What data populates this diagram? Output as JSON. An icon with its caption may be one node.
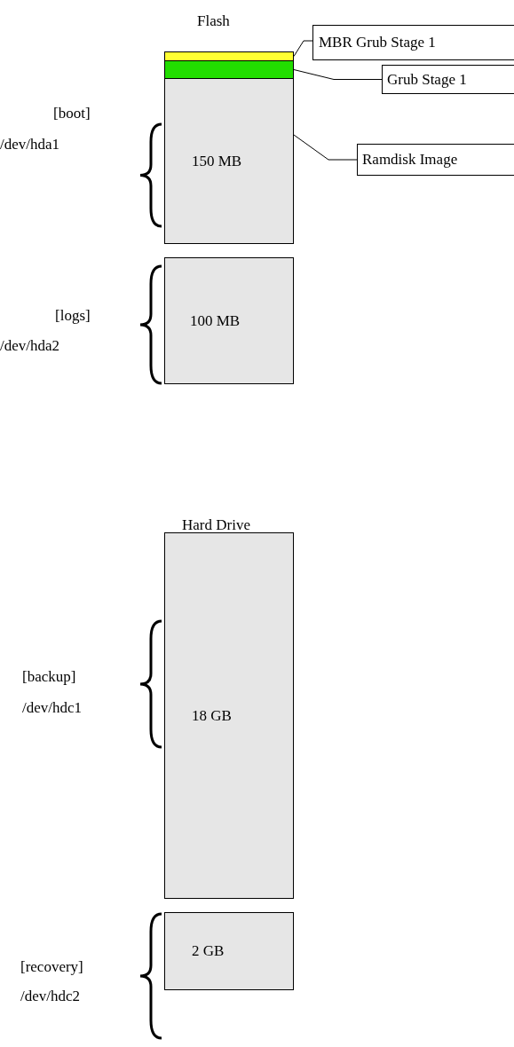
{
  "diagram": {
    "nodes": [
      {
        "text": [],
        "shape": "bar"
      },
      {
        "text": [],
        "shape": "bar"
      },
      {
        "text": [
          "150 MB"
        ]
      },
      {
        "text": [
          "MBR Grub Stage 1"
        ]
      },
      {
        "text": [
          "Grub Stage 1"
        ]
      },
      {
        "text": [
          "Ramdisk Image"
        ]
      },
      {
        "text": [
          "100 MB"
        ]
      },
      {
        "text": [
          "18 GB"
        ]
      },
      {
        "text": [
          "2 GB"
        ]
      }
    ],
    "edges": [
      {
        "from": 3,
        "to": 0,
        "arrow": "none"
      },
      {
        "from": 4,
        "to": 1,
        "arrow": "none"
      },
      {
        "from": 5,
        "to": 2,
        "arrow": "none"
      }
    ],
    "labels": [
      "Flash",
      "[boot]",
      "/dev/hda1",
      "[logs]",
      "/dev/hda2",
      "Hard Drive",
      "[backup]",
      "/dev/hdc1",
      "[recovery]",
      "/dev/hdc2"
    ]
  }
}
